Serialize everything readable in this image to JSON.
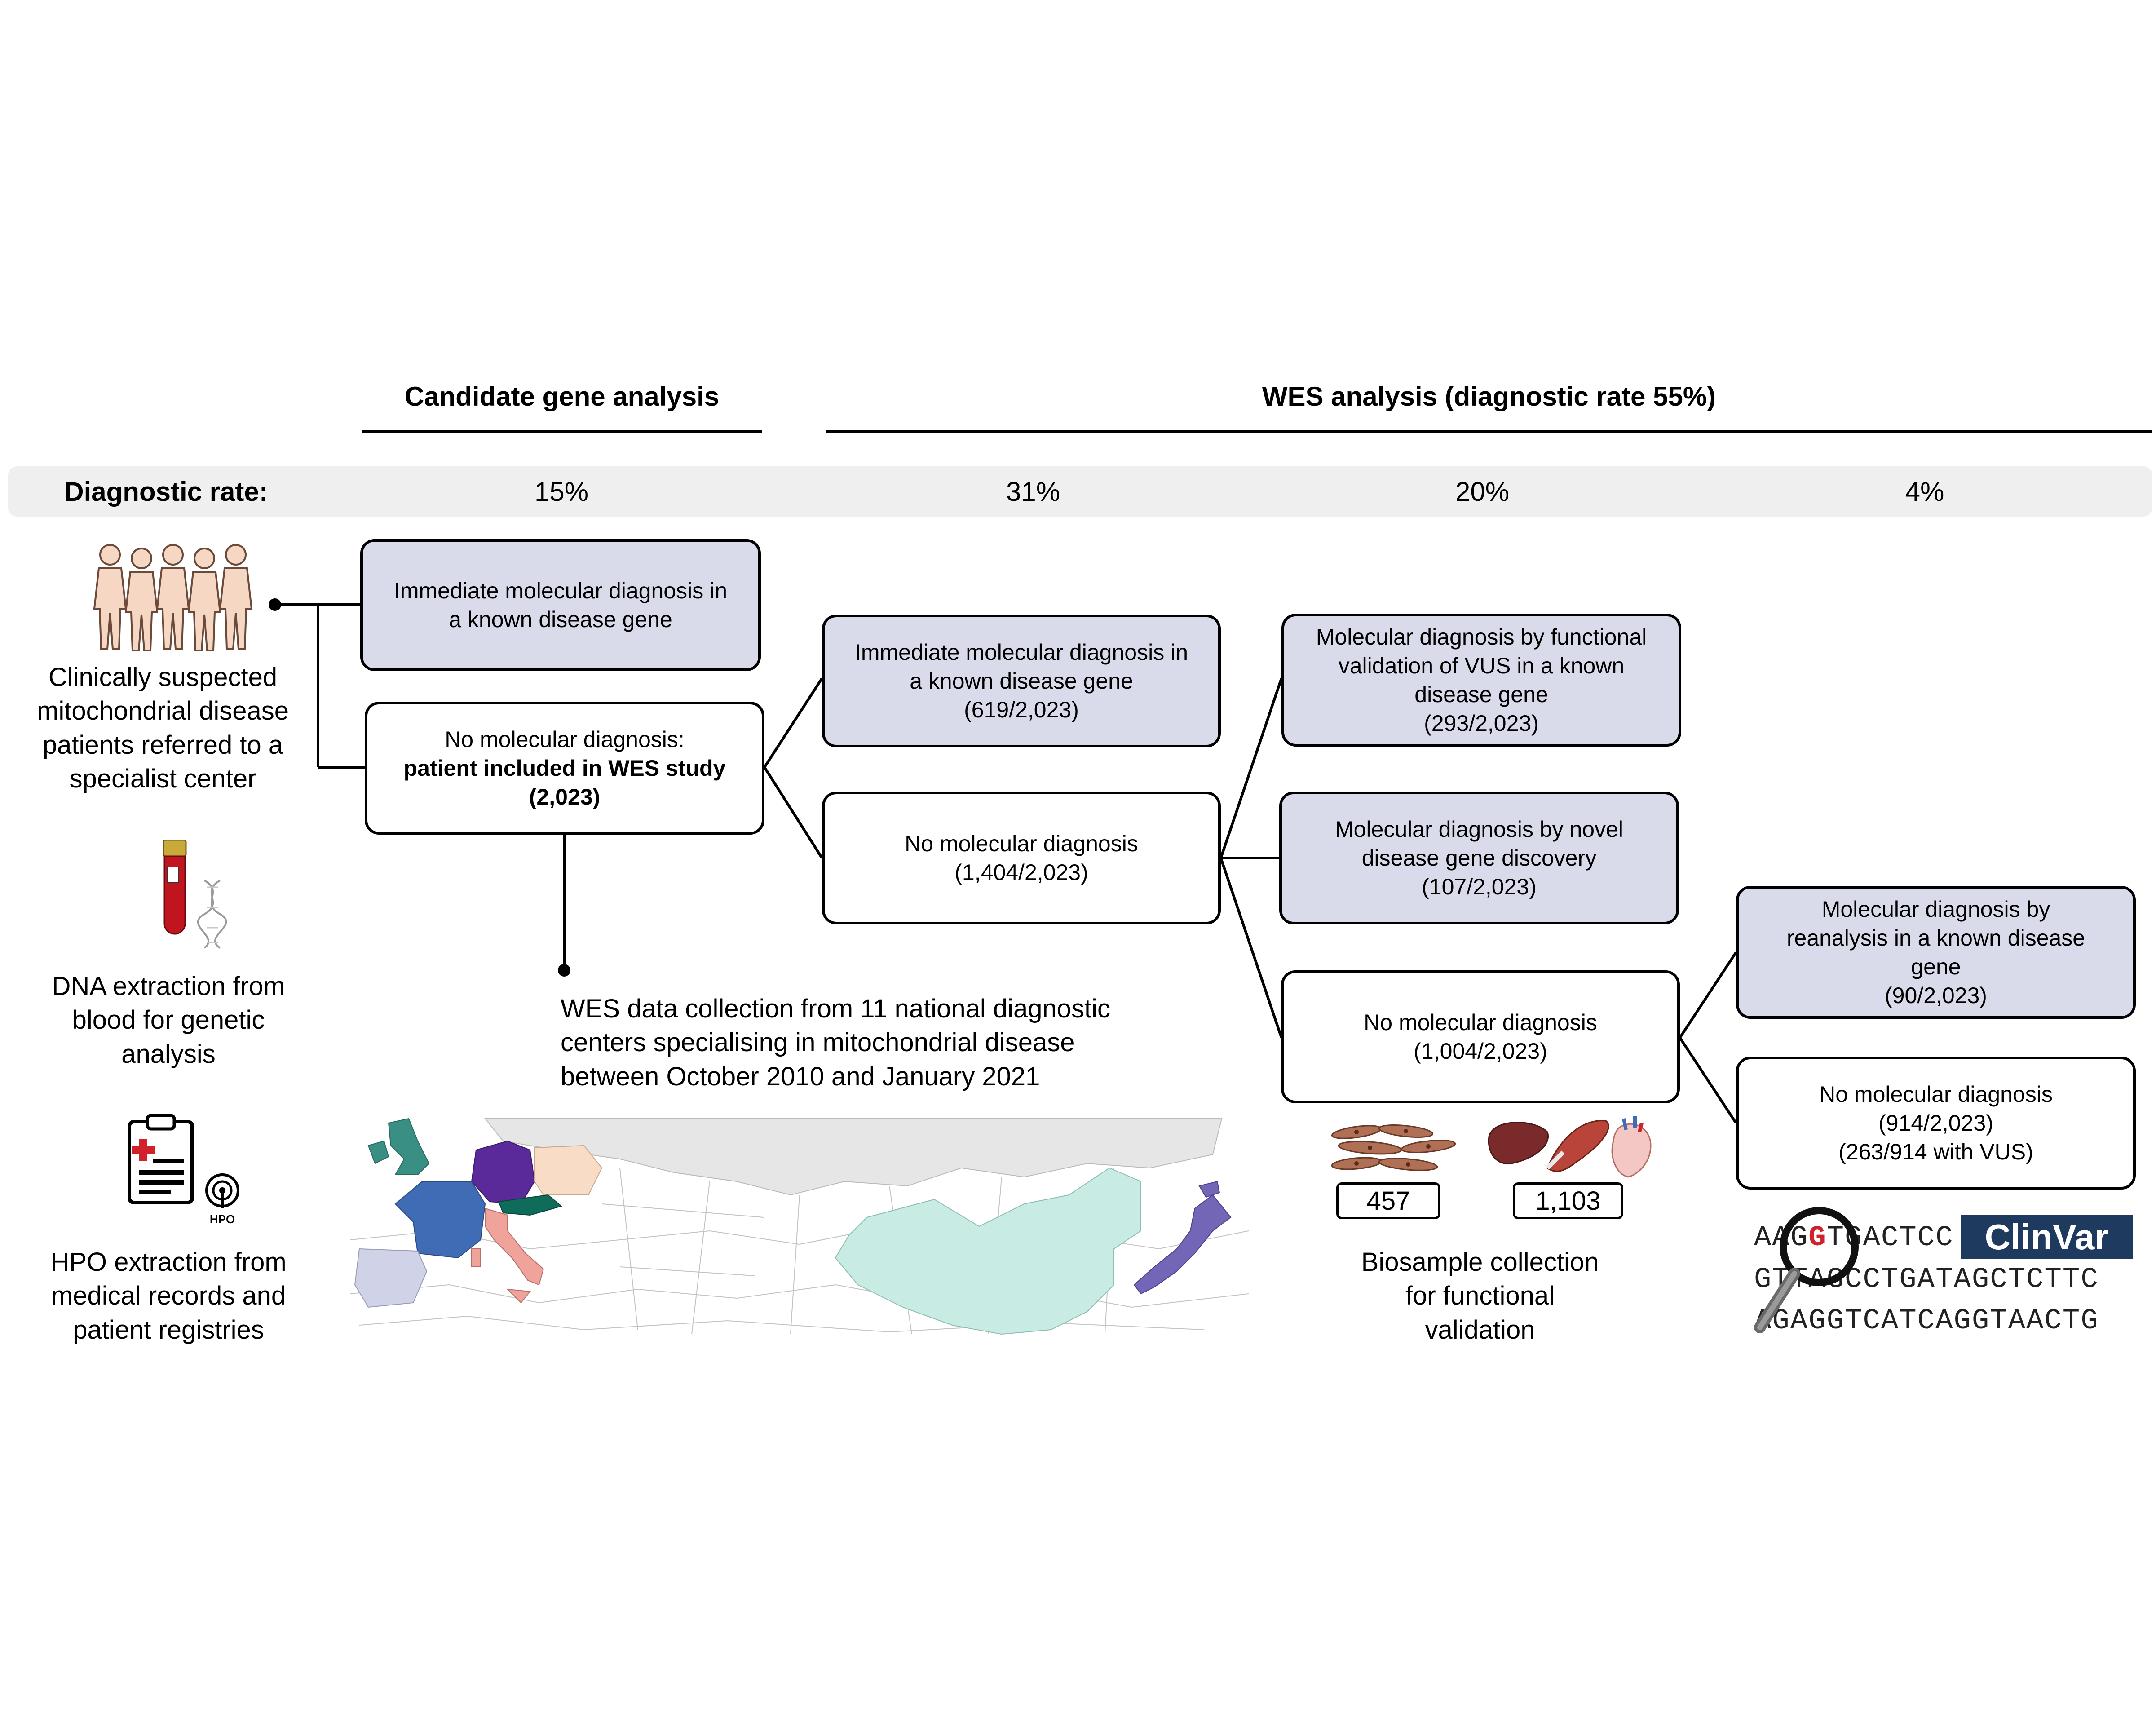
{
  "headers": {
    "candidate": "Candidate gene analysis",
    "wes": "WES analysis (diagnostic rate 55%)"
  },
  "rates": {
    "label": "Diagnostic rate:",
    "values": [
      "15%",
      "31%",
      "20%",
      "4%"
    ]
  },
  "boxes": {
    "immediate_candidate": [
      "Immediate molecular diagnosis in",
      "a known disease gene"
    ],
    "included_wes": {
      "line1": "No molecular diagnosis:",
      "line2": "patient included in WES study",
      "line3": "(2,023)"
    },
    "immediate_wes": [
      "Immediate molecular diagnosis in",
      "a known disease gene",
      "(619/2,023)"
    ],
    "no_dx_1": [
      "No molecular diagnosis",
      "(1,404/2,023)"
    ],
    "functional_vus": [
      "Molecular diagnosis by functional",
      "validation of VUS in a known",
      "disease gene",
      "(293/2,023)"
    ],
    "novel_gene": [
      "Molecular diagnosis by novel",
      "disease gene discovery",
      "(107/2,023)"
    ],
    "no_dx_2": [
      "No molecular diagnosis",
      "(1,004/2,023)"
    ],
    "reanalysis": [
      "Molecular diagnosis by",
      "reanalysis in a known disease",
      "gene",
      "(90/2,023)"
    ],
    "no_dx_3": [
      "No molecular diagnosis",
      "(914/2,023)",
      "(263/914 with VUS)"
    ]
  },
  "captions": {
    "patients": [
      "Clinically suspected",
      "mitochondrial disease",
      "patients referred to a",
      "specialist center"
    ],
    "dna": [
      "DNA extraction from",
      "blood for genetic",
      "analysis"
    ],
    "hpo": [
      "HPO extraction from",
      "medical records and",
      "patient registries"
    ],
    "wes_collection": [
      "WES data collection from 11 national diagnostic",
      "centers specialising in mitochondrial disease",
      "between October 2010 and January 2021"
    ],
    "biosample": [
      "Biosample collection",
      "for functional",
      "validation"
    ]
  },
  "biosample_counts": {
    "cells": "457",
    "tissues": "1,103"
  },
  "hpo_icon_label": "HPO",
  "sequence": {
    "row1_a": "AAG",
    "row1_highlight": "G",
    "row1_b": "TGACTCC",
    "row2": "GTTAGCCTGATAGCTCTTC",
    "row3": "AGAGGTCATCAGGTAACTG",
    "clinvar": "ClinVar"
  },
  "colors": {
    "shaded_box": "#d9daea",
    "rate_band": "#efefef",
    "uk": "#3a8f84",
    "germany": "#5b2a9a",
    "france": "#3f6cb4",
    "spain": "#d0d3e8",
    "italy": "#f0a39a",
    "austria": "#0f6b5a",
    "poland": "#f8dcc6",
    "china": "#c8ece4",
    "japan": "#7466b6"
  }
}
